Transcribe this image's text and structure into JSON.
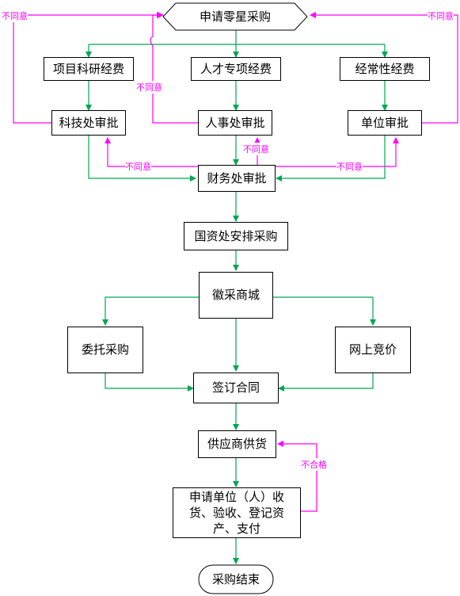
{
  "nodes": {
    "apply": "申请零星采购",
    "research_fund": "项目科研经费",
    "talent_fund": "人才专项经费",
    "regular_fund": "经常性经费",
    "sci_dept_approve": "科技处审批",
    "hr_approve": "人事处审批",
    "unit_approve": "单位审批",
    "finance_approve": "财务处审批",
    "asset_arrange": "国资处安排采购",
    "mall": "徽采商城",
    "entrust": "委托采购",
    "online_bid": "网上竞价",
    "sign_contract": "签订合同",
    "supplier_deliver": "供应商供货",
    "receive_line1": "申请单位（人）收",
    "receive_line2": "货、验收、登记资",
    "receive_line3": "产、支付",
    "end": "采购结束"
  },
  "labels": {
    "disagree_left": "不同意",
    "disagree_right": "不同意",
    "disagree_hr": "不同意",
    "disagree_finance_hr": "不同意",
    "disagree_finance_sci": "不同意",
    "disagree_finance_unit": "不同意",
    "unqualified": "不合格"
  },
  "colors": {
    "flow": "#00a651",
    "reject": "#ff00ff"
  }
}
